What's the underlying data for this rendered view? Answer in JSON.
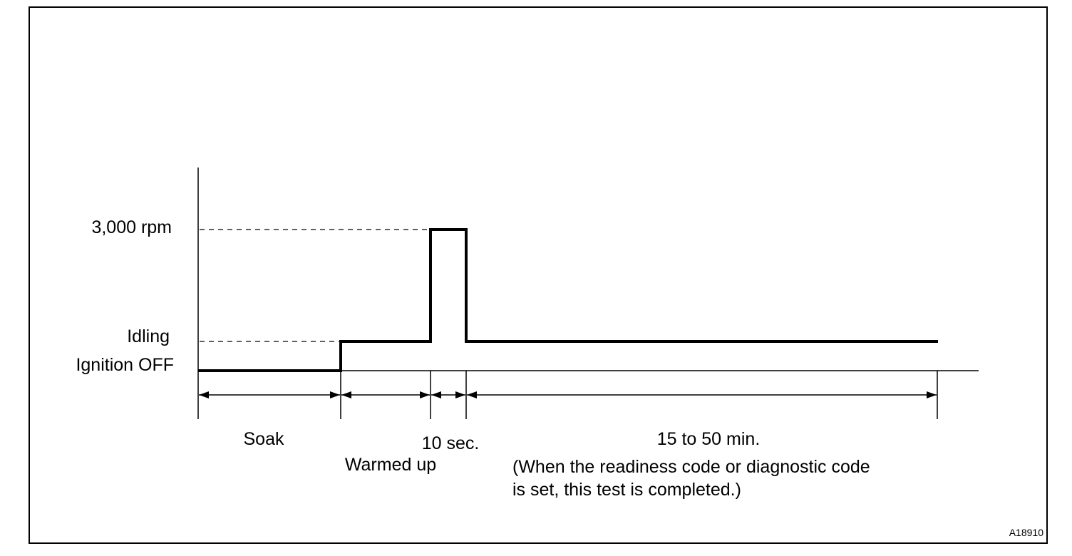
{
  "levels": {
    "rpm_3000": "3,000 rpm",
    "idling": "Idling",
    "ignition_off": "Ignition OFF"
  },
  "phases": {
    "soak": "Soak",
    "warmed_up": "Warmed up",
    "ten_sec": "10 sec.",
    "duration": "15 to 50 min.",
    "note_line1": "(When the readiness code or diagnostic code",
    "note_line2": "is set, this test is completed.)"
  },
  "figure_code": "A18910"
}
